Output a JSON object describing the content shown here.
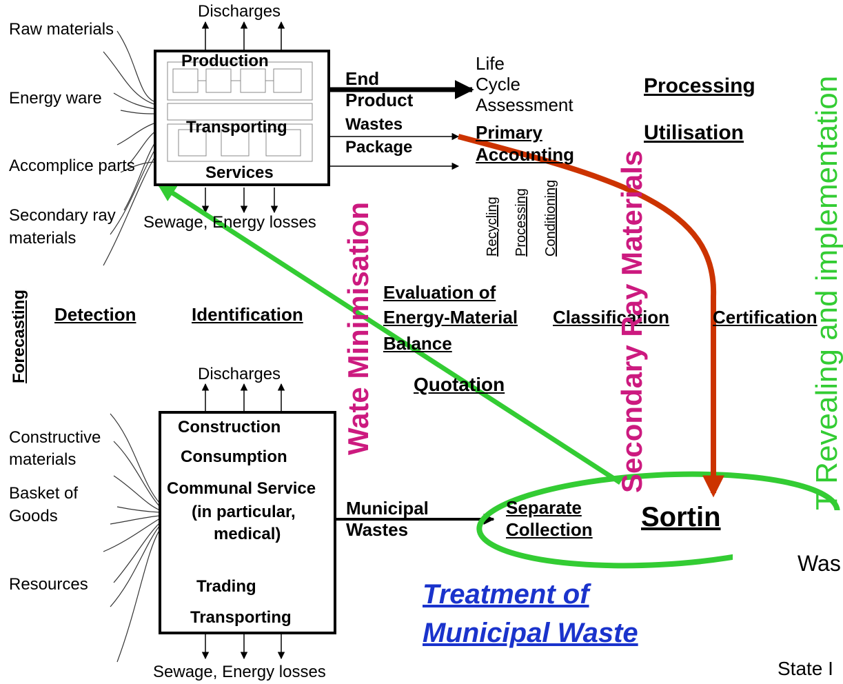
{
  "top_block": {
    "discharges": "Discharges",
    "inputs": [
      "Raw materials",
      "Energy ware",
      "Accomplice parts",
      "Secondary ray",
      "materials"
    ],
    "box_labels": [
      "Production",
      "Transporting",
      "Services"
    ],
    "sewage": "Sewage, Energy losses",
    "outputs": [
      "End",
      "Product",
      "Wastes",
      "Package"
    ]
  },
  "lca": {
    "lines": [
      "Life",
      "Cycle",
      "Assessment"
    ],
    "primary": [
      "Primary",
      "Accounting"
    ],
    "vertical": [
      "Recycling",
      "Processing",
      "Conditioning"
    ]
  },
  "right_links": [
    "Processing",
    "Utilisation",
    "Certification"
  ],
  "middle_row": [
    "Detection",
    "Identification"
  ],
  "evaluation": [
    "Evaluation of",
    "Energy-Material",
    "Balance"
  ],
  "classification": "Classification",
  "quotation": "Quotation",
  "forecasting": "Forecasting",
  "wate_minimisation": "Wate Minimisation",
  "secondary_ray": "Secondary Ray Materials",
  "revealing": "T Revealing and implementation",
  "bottom_block": {
    "discharges": "Discharges",
    "inputs": [
      "Constructive",
      "materials",
      "Basket of",
      "Goods",
      "Resources"
    ],
    "box_labels": [
      "Construction",
      "Consumption",
      "Communal Service",
      "(in particular,",
      "medical)",
      "Trading",
      "Transporting"
    ],
    "sewage": "Sewage, Energy losses",
    "output": [
      "Municipal",
      "Wastes"
    ]
  },
  "separate_collection": [
    "Separate",
    "Collection"
  ],
  "sortin": "Sortin",
  "was": "Was",
  "state": "State I",
  "treatment": [
    "Treatment of",
    "Municipal Waste"
  ],
  "colors": {
    "green": "#33cc33",
    "red": "#cc3300",
    "magenta": "#cc1a7f",
    "blue": "#1a33cc"
  }
}
